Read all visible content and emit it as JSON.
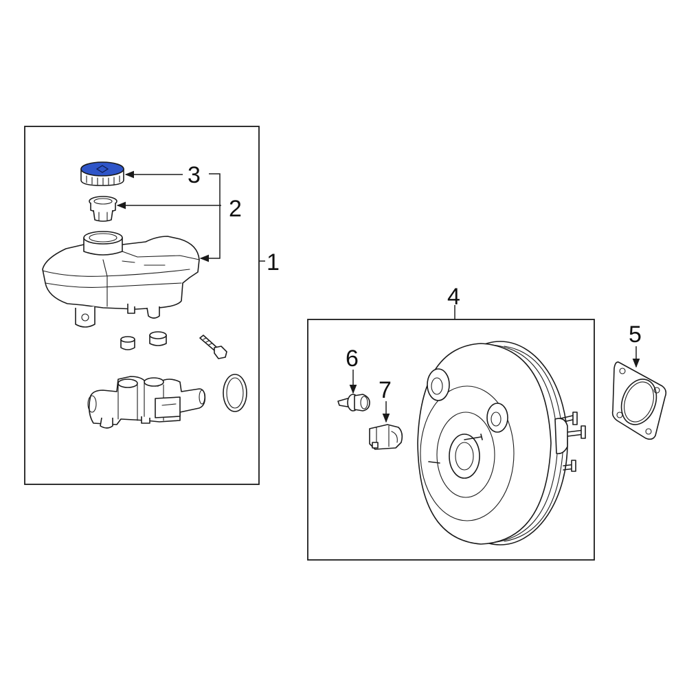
{
  "colors": {
    "highlight": "#2f55c8",
    "highlight_dark": "#1c2f80",
    "line": "#1a1a1a"
  },
  "callouts": {
    "c1": "1",
    "c2": "2",
    "c3": "3",
    "c4": "4",
    "c5": "5",
    "c6": "6",
    "c7": "7"
  }
}
